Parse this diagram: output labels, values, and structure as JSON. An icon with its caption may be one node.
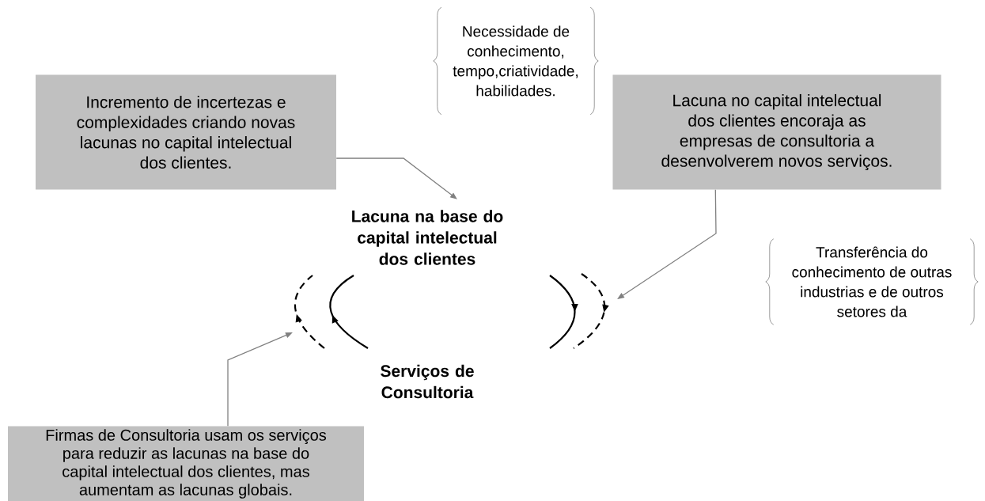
{
  "diagram": {
    "nodes": [
      {
        "text": [
          "Incremento de incertezas e complexidades criando novas lacunas no capital intelectual dos clientes."
        ]
      },
      {
        "text": [
          "Necessidade de conhecimento, tempo,criatividade, habilidades."
        ]
      },
      {
        "text": [
          "Lacuna no capital intelectual dos clientes encoraja as empresas de consultoria a desenvolverem novos serviços."
        ]
      },
      {
        "text": [
          "Lacuna na base do capital intelectual dos clientes"
        ]
      },
      {
        "text": [
          "Transferência do conhecimento de outras industrias e de outros setores da"
        ]
      },
      {
        "text": [
          "Serviços de Consultoria"
        ]
      },
      {
        "text": [
          "Firmas de Consultoria usam os serviços para reduzir as lacunas na base do capital intelectual dos clientes, mas aumentam as lacunas globais."
        ]
      }
    ],
    "edges": [
      {
        "from": 0,
        "to": 3,
        "arrow": "to"
      },
      {
        "from": 2,
        "to": null,
        "arrow": "to"
      },
      {
        "from": 6,
        "to": null,
        "arrow": "to"
      }
    ]
  }
}
